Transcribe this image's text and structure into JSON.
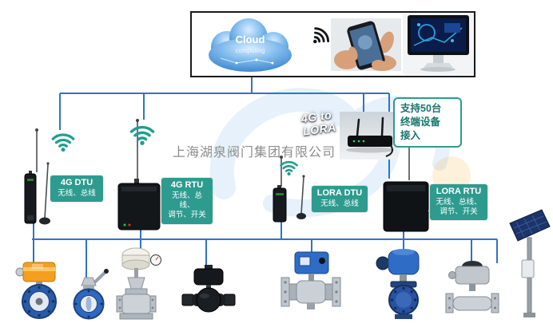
{
  "company": {
    "watermark": "上海湖泉阀门集团有限公司"
  },
  "cloud": {
    "title": "Cloud",
    "subtitle": "computing"
  },
  "gateway": {
    "line1": "4G to",
    "line2": "LORA"
  },
  "callout": {
    "line1": "支持50台",
    "line2": "终端设备",
    "line3": "接入"
  },
  "devices": [
    {
      "title": "4G DTU",
      "desc1": "无线、总线"
    },
    {
      "title": "4G RTU",
      "desc1": "无线、总线、",
      "desc2": "调节、开关"
    },
    {
      "title": "LORA DTU",
      "desc1": "无线、总线"
    },
    {
      "title": "LORA RTU",
      "desc1": "无线、总线、",
      "desc2": "调节、开关"
    }
  ],
  "icons": {
    "top_row": [
      "cloud-computing",
      "wifi-signal",
      "hand-holding-phone",
      "computer-monitor"
    ],
    "field_signal": "wifi-signal",
    "gateway_image": "4g-lora-router"
  },
  "equipment": [
    "electric-butterfly-valve",
    "manual-butterfly-valve",
    "pneumatic-gate-valve",
    "ball-valve-black",
    "flanged-ball-valve-with-electric-actuator",
    "electric-globe-valve",
    "electric-ball-valve-stainless",
    "solar-power-station"
  ],
  "colors": {
    "line_blue": "#2E74C8",
    "label_teal": "#2E9B8F",
    "callout_text": "#17756D",
    "callout_border": "#2E9B8F",
    "actuator_orange": "#F59F1F",
    "actuator_blue": "#2F6CC6"
  }
}
